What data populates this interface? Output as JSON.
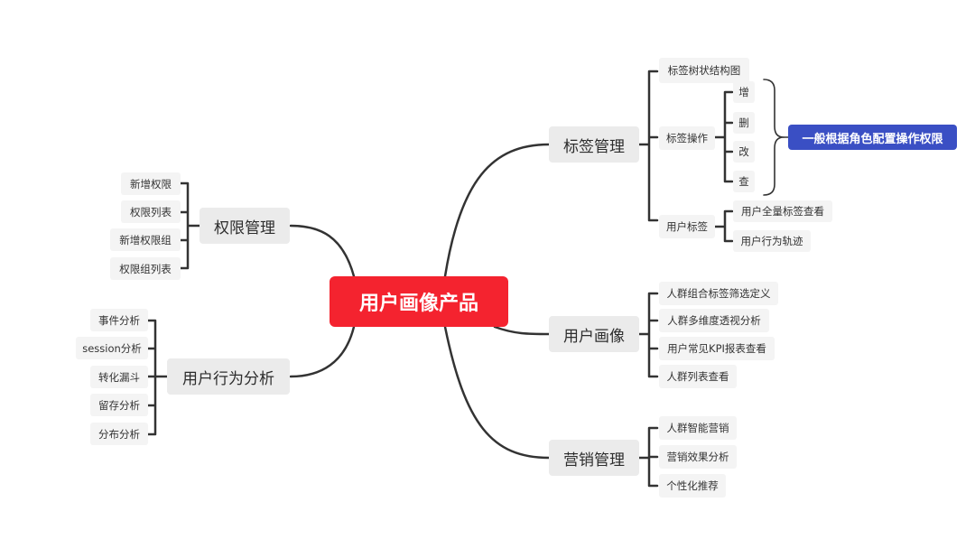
{
  "colors": {
    "root_fill": "#f4232f",
    "branch_fill": "#ebebeb",
    "note_fill": "#3a4fc4",
    "line": "#333333"
  },
  "root": {
    "label": "用户画像产品"
  },
  "right": {
    "tag_mgmt": {
      "label": "标签管理",
      "tree_chart": "标签树状结构图",
      "tag_ops": {
        "label": "标签操作",
        "items": [
          "增",
          "删",
          "改",
          "查"
        ],
        "note": "一般根据角色配置操作权限"
      },
      "user_tags": {
        "label": "用户标签",
        "items": [
          "用户全量标签查看",
          "用户行为轨迹"
        ]
      }
    },
    "user_profile": {
      "label": "用户画像",
      "items": [
        "人群组合标签筛选定义",
        "人群多维度透视分析",
        "用户常见KPI报表查看",
        "人群列表查看"
      ]
    },
    "marketing": {
      "label": "营销管理",
      "items": [
        "人群智能营销",
        "营销效果分析",
        "个性化推荐"
      ]
    }
  },
  "left": {
    "permission": {
      "label": "权限管理",
      "items": [
        "新增权限",
        "权限列表",
        "新增权限组",
        "权限组列表"
      ]
    },
    "behavior": {
      "label": "用户行为分析",
      "items": [
        "事件分析",
        "session分析",
        "转化漏斗",
        "留存分析",
        "分布分析"
      ]
    }
  }
}
